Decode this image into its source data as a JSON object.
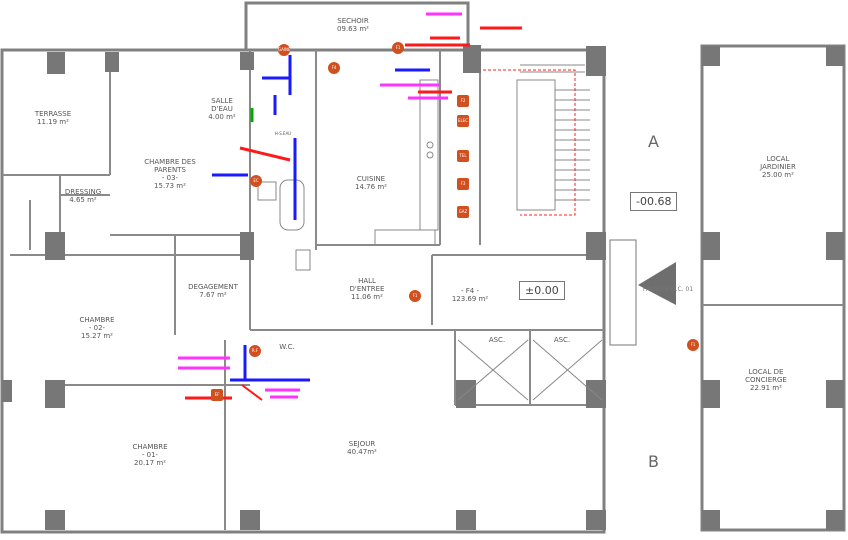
{
  "rooms": [
    {
      "id": "sechoir",
      "name": "SECHOIR",
      "area": "09.63 m²"
    },
    {
      "id": "terrasse",
      "name": "TERRASSE",
      "area": "11.19 m²"
    },
    {
      "id": "salle-deau",
      "name": "SALLE D'EAU",
      "area": "4.00 m²"
    },
    {
      "id": "chambre-parents",
      "name": "CHAMBRE DES PARENTS",
      "num": "- 03-",
      "area": "15.73 m²"
    },
    {
      "id": "cuisine",
      "name": "CUISINE",
      "area": "14.76 m²"
    },
    {
      "id": "dressing",
      "name": "DRESSING",
      "area": "4.65 m²"
    },
    {
      "id": "degagement",
      "name": "DEGAGEMENT",
      "area": "7.67 m²"
    },
    {
      "id": "hall",
      "name": "HALL D'ENTREE",
      "area": "11.06 m²"
    },
    {
      "id": "f4",
      "name": "- F4 -",
      "area": "123.69 m²"
    },
    {
      "id": "chambre-02",
      "name": "CHAMBRE",
      "num": "- 02-",
      "area": "15.27 m²"
    },
    {
      "id": "wc",
      "name": "W.C.",
      "area": ""
    },
    {
      "id": "local-jardinier",
      "name": "LOCAL JARDINIER",
      "area": "25.00 m²"
    },
    {
      "id": "local-concierge",
      "name": "LOCAL DE CONCIERGE",
      "area": "22.91 m²"
    },
    {
      "id": "chambre-01",
      "name": "CHAMBRE",
      "num": "- 01-",
      "area": "20.17 m²"
    },
    {
      "id": "sejour",
      "name": "SEJOUR",
      "area": "40.47m²"
    }
  ],
  "elevators": [
    "ASC.",
    "ASC."
  ],
  "blocks": [
    "A",
    "B"
  ],
  "levels": [
    "-00.68",
    "±0.00"
  ],
  "landing": "PALIER R.D.C. 01",
  "equipment_tags": [
    "F1",
    "F2",
    "F3",
    "F4",
    "TEL",
    "ELEC",
    "GAZ",
    "R.F",
    "GAINE",
    "H-S.EAU",
    "EC",
    "EF"
  ],
  "colors": {
    "wall": "#808080",
    "cold_water": "#1a1aff",
    "hot_water": "#ff1a1a",
    "drain": "#ff33ff",
    "accent": "#00aa00",
    "tag": "#d05020"
  }
}
